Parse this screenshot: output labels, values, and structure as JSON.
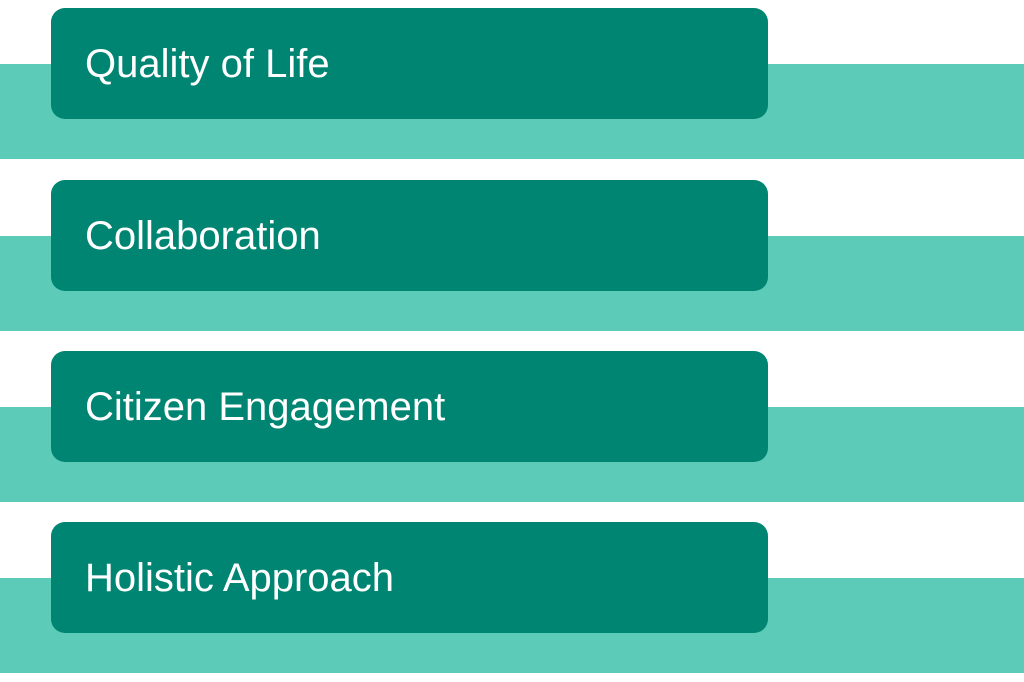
{
  "colors": {
    "band": "#5ccbb8",
    "box": "#008573",
    "text": "#ffffff"
  },
  "items": [
    {
      "label": "Quality of Life"
    },
    {
      "label": "Collaboration"
    },
    {
      "label": "Citizen Engagement"
    },
    {
      "label": "Holistic Approach"
    }
  ]
}
